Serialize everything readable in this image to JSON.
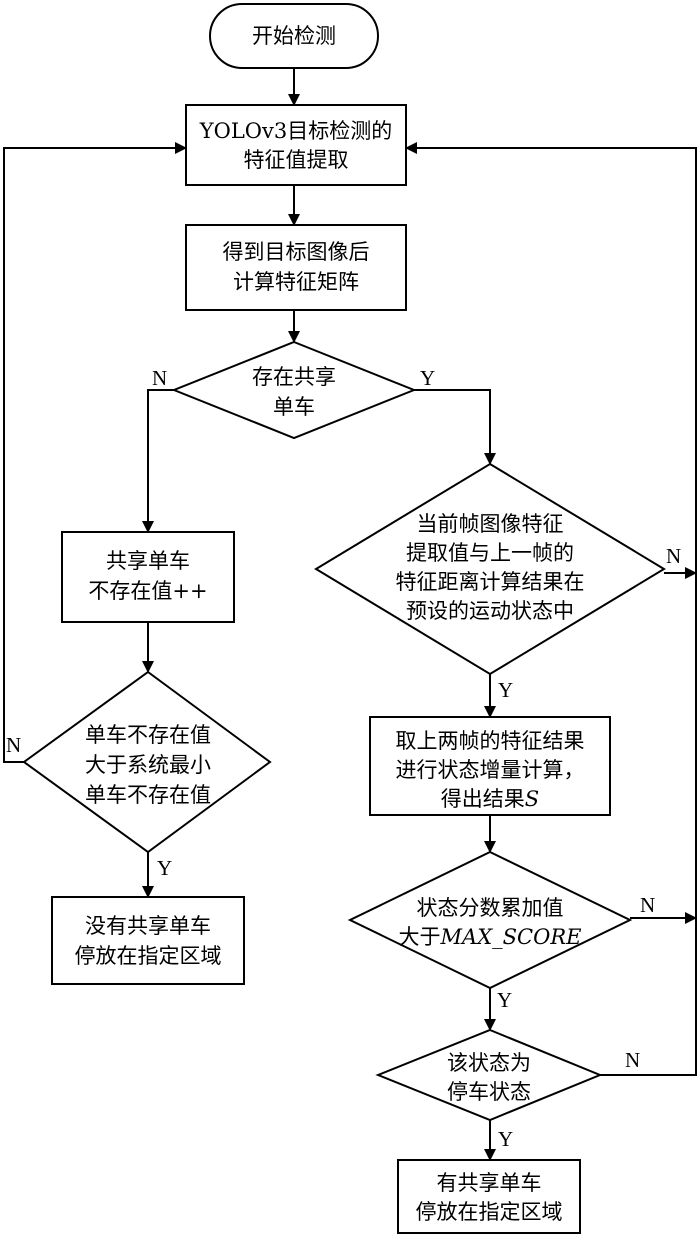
{
  "flowchart": {
    "start": "开始检测",
    "extract": [
      "YOLOv3目标检测的",
      "特征值提取"
    ],
    "matrix": [
      "得到目标图像后",
      "计算特征矩阵"
    ],
    "exists": [
      "存在共享",
      "单车"
    ],
    "nonexist_count": [
      "共享单车",
      "不存在值++"
    ],
    "threshold": [
      "单车不存在值",
      "大于系统最小",
      "单车不存在值"
    ],
    "no_bike": [
      "没有共享单车",
      "停放在指定区域"
    ],
    "motion": [
      "当前帧图像特征",
      "提取值与上一帧的",
      "特征距离计算结果在",
      "预设的运动状态中"
    ],
    "increment": [
      "取上两帧的特征结果",
      "进行状态增量计算，",
      "得出结果",
      "S"
    ],
    "score": [
      "状态分数累加值",
      "大于",
      "MAX_SCORE"
    ],
    "parked": [
      "该状态为",
      "停车状态"
    ],
    "has_bike": [
      "有共享单车",
      "停放在指定区域"
    ]
  },
  "edge_labels": {
    "exists_no": "N",
    "exists_yes": "Y",
    "threshold_no": "N",
    "threshold_yes": "Y",
    "motion_no": "N",
    "motion_yes": "Y",
    "score_no": "N",
    "score_yes": "Y",
    "parked_no": "N",
    "parked_yes": "Y"
  }
}
